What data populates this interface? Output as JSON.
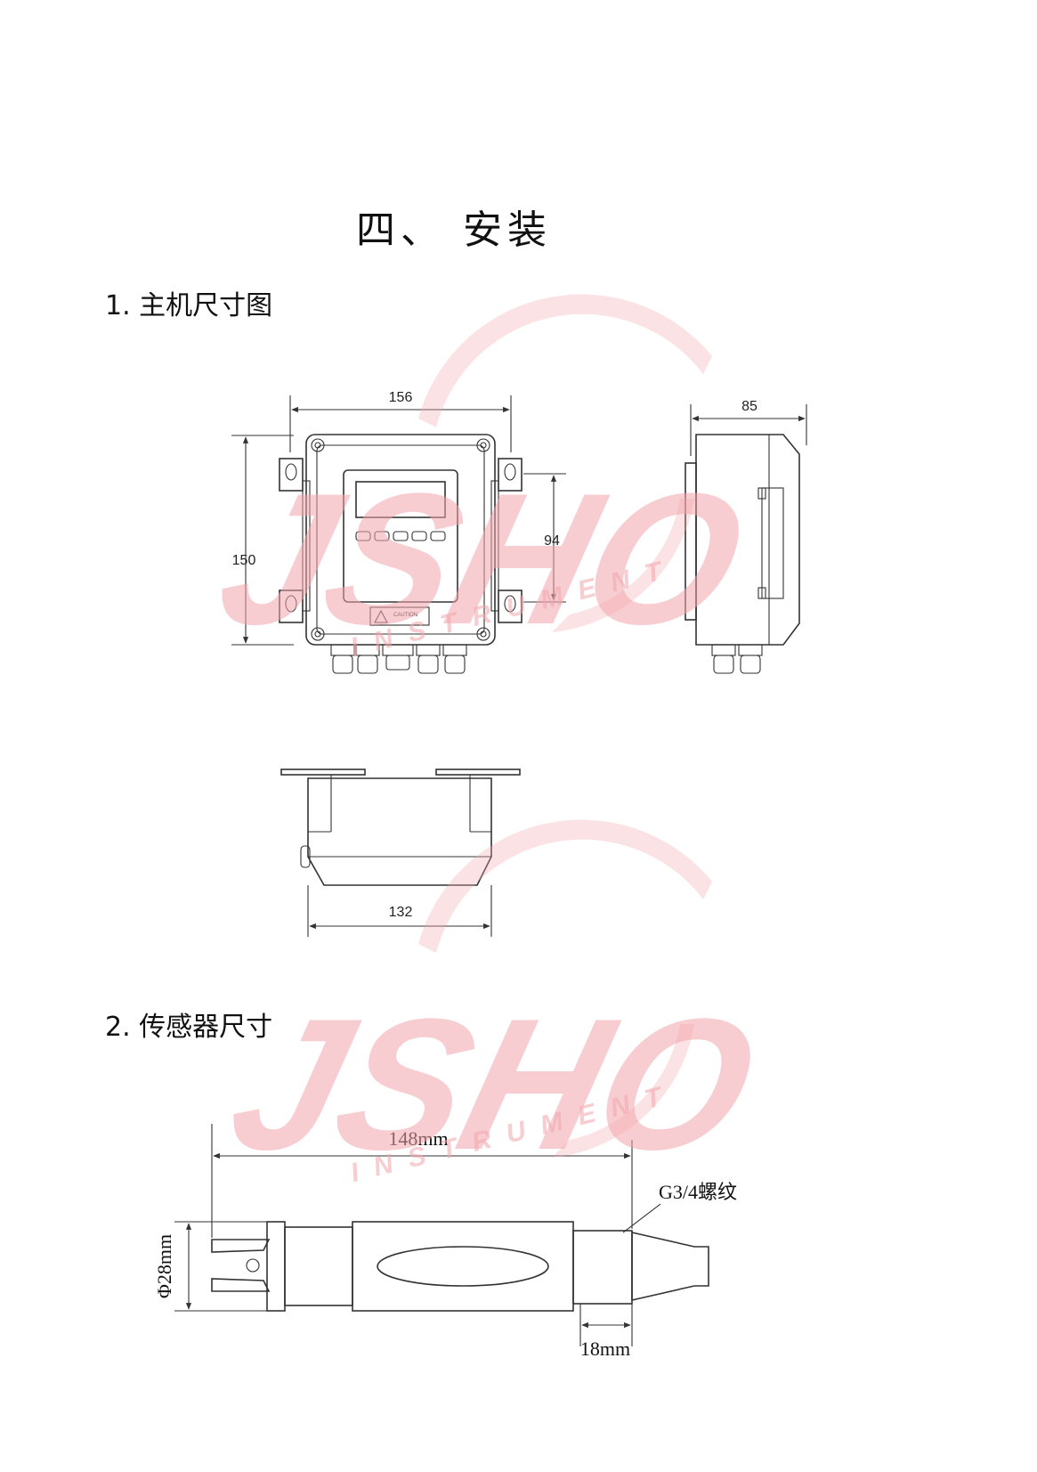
{
  "title": "四、 安装",
  "section1": {
    "heading": "1. 主机尺寸图"
  },
  "section2": {
    "heading": "2. 传感器尺寸"
  },
  "host_dimensions": {
    "width": "156",
    "height": "150",
    "display_height": "94",
    "depth": "85",
    "bottom_width": "132",
    "caution_label": "CAUTION"
  },
  "sensor_dimensions": {
    "length": "148mm",
    "diameter": "Φ28mm",
    "thread_length": "18mm",
    "thread_label": "G3/4螺纹"
  },
  "watermark": {
    "brand": "JSHO",
    "subtext": "INSTRUMENT",
    "color": "#f2a6ad"
  }
}
